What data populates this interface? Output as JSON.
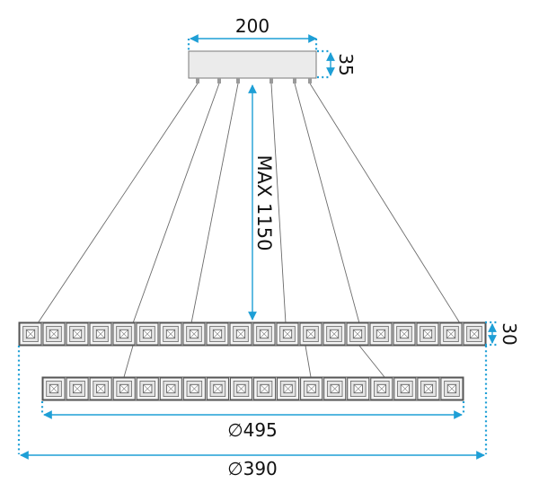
{
  "canopy": {
    "width_label": "200",
    "height_label": "35"
  },
  "drop": {
    "label": "MAX 1150"
  },
  "ring": {
    "height_label": "30"
  },
  "diameters": {
    "inner_label": "∅495",
    "outer_label": "∅390"
  },
  "colors": {
    "dimension": "#1e9fd6",
    "wire": "#6b6b6b",
    "canopy_fill": "#ebebeb",
    "canopy_stroke": "#7a7a7a"
  },
  "rings": {
    "upper_crystal_count": 20,
    "lower_crystal_count": 18
  }
}
